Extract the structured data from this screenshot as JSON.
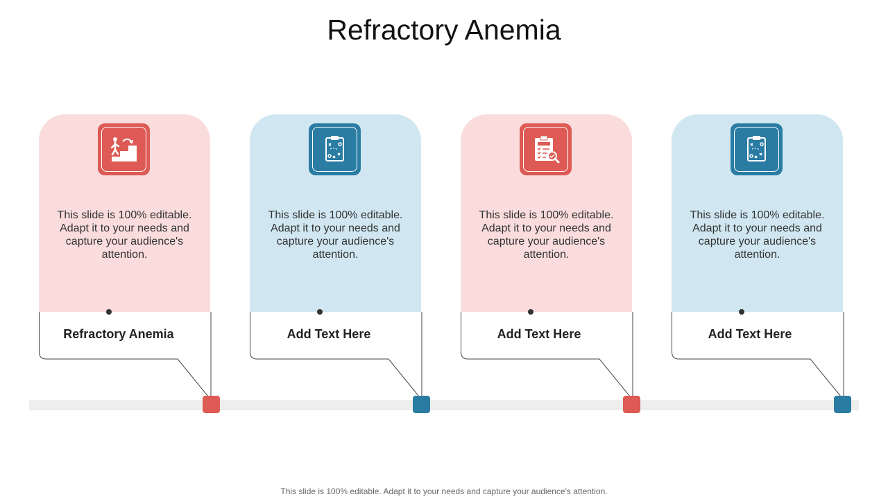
{
  "slide": {
    "title": "Refractory Anemia",
    "footer": "This slide is 100% editable. Adapt it to your needs and capture your audience's attention."
  },
  "cards": [
    {
      "text": "This slide is 100% editable. Adapt it to your needs and capture your audience's attention.",
      "label": "Refractory Anemia",
      "icon": "stairs-progress-icon",
      "tone": "red"
    },
    {
      "text": "This slide is 100% editable. Adapt it to your needs and capture your audience's attention.",
      "label": "Add Text Here",
      "icon": "strategy-clipboard-icon",
      "tone": "teal"
    },
    {
      "text": "This slide is 100% editable. Adapt it to your needs and capture your audience's attention.",
      "label": "Add Text Here",
      "icon": "checklist-magnifier-icon",
      "tone": "red"
    },
    {
      "text": "This slide is 100% editable. Adapt it to your needs and capture your audience's attention.",
      "label": "Add Text Here",
      "icon": "strategy-clipboard-icon",
      "tone": "teal"
    }
  ],
  "colors": {
    "red": "#dd5a55",
    "teal": "#2a7ca3",
    "pink_panel": "#fadcdd",
    "blue_panel": "#d0e7f1",
    "timeline": "#eeeeee"
  }
}
